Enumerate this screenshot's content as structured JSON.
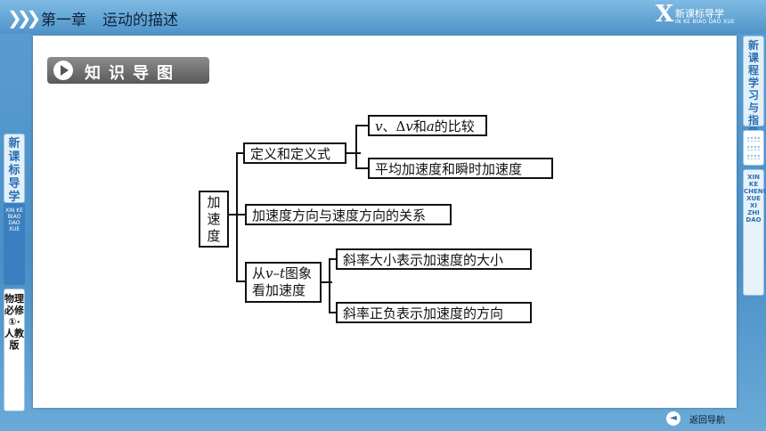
{
  "header": {
    "chapter": "第一章",
    "chapter_title": "运动的描述",
    "brand_letter": "X",
    "brand_cn": "新课标导学",
    "brand_en": "IN KE BIAO DAO XUE"
  },
  "banner": {
    "label": "知识导图"
  },
  "diagram": {
    "root": "加速度",
    "branch_definition": "定义和定义式",
    "leaf_compare_a": "v",
    "leaf_compare_b": "、Δ",
    "leaf_compare_c": "v",
    "leaf_compare_d": "和",
    "leaf_compare_e": "a",
    "leaf_compare_f": "的比较",
    "leaf_avg_instant": "平均加速度和瞬时加速度",
    "branch_direction": "加速度方向与速度方向的关系",
    "branch_graph_line1_a": "从",
    "branch_graph_line1_b": "v",
    "branch_graph_line1_c": "–",
    "branch_graph_line1_d": "t",
    "branch_graph_line1_e": "图象",
    "branch_graph_line2": "看加速度",
    "leaf_slope_size": "斜率大小表示加速度的大小",
    "leaf_slope_sign": "斜率正负表示加速度的方向"
  },
  "left_sidebar": {
    "tab_main": "新课标导学",
    "tab_pinyin": "XIN KE BIAO DAO XUE",
    "tab_book": "物理必修①·人教版"
  },
  "right_sidebar": {
    "tab_main": "新课程学习与指导",
    "tab_pinyin": "XIN KE CHENG XUE XI ZHI DAO"
  },
  "footer": {
    "back_label": "返回导航",
    "back_arrow": "◄"
  }
}
